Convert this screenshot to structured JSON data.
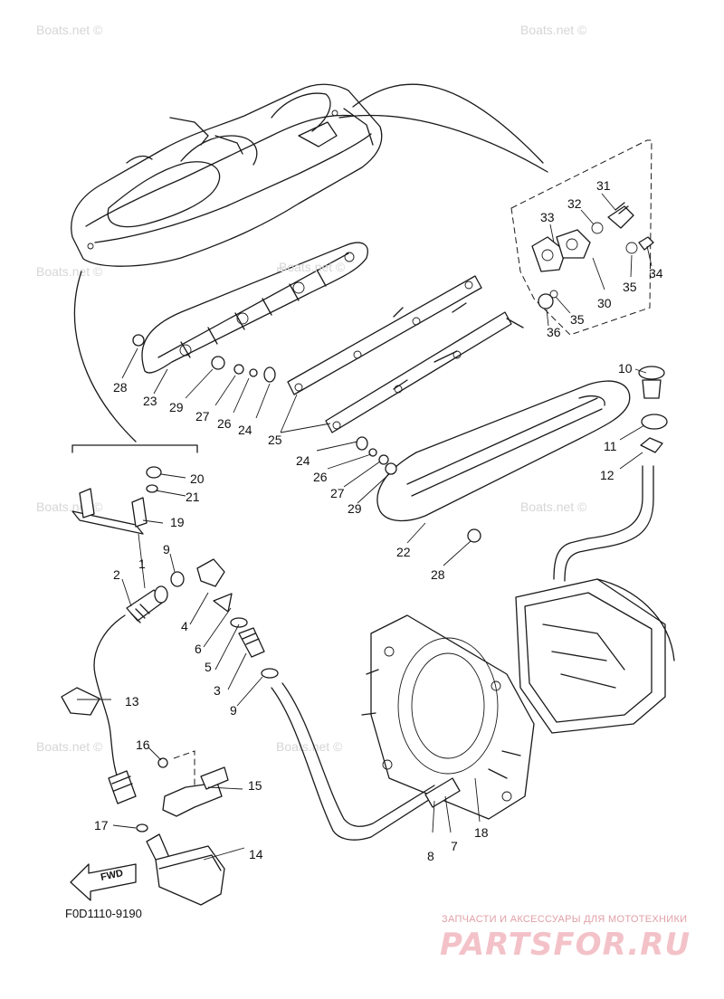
{
  "watermark": {
    "text": "Boats.net ©"
  },
  "callouts": [
    "1",
    "2",
    "3",
    "4",
    "5",
    "6",
    "7",
    "8",
    "9",
    "9",
    "10",
    "11",
    "12",
    "13",
    "14",
    "15",
    "16",
    "17",
    "18",
    "19",
    "20",
    "21",
    "22",
    "23",
    "24",
    "24",
    "25",
    "26",
    "26",
    "27",
    "27",
    "28",
    "28",
    "29",
    "29",
    "30",
    "31",
    "32",
    "33",
    "34",
    "35",
    "35",
    "36"
  ],
  "fwd_label": "FWD",
  "drawing_code": "F0D1110-9190",
  "brand": {
    "subtitle": "ЗАПЧАСТИ И АКСЕССУАРЫ ДЛЯ МОТОТЕХНИКИ",
    "logo": "PARTSFOR.RU"
  }
}
